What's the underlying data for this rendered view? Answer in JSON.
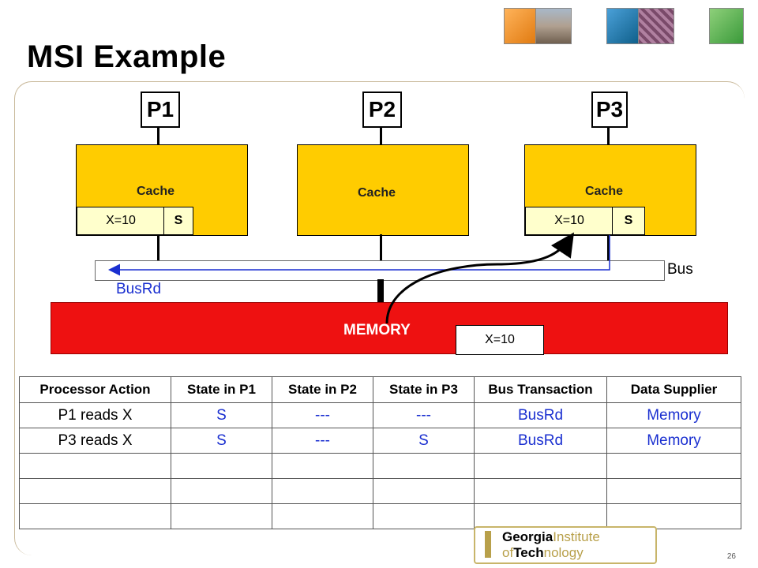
{
  "title": "MSI Example",
  "processors": [
    "P1",
    "P2",
    "P3"
  ],
  "caches": [
    {
      "label": "Cache",
      "x_value": "X=10",
      "state": "S"
    },
    {
      "label": "Cache"
    },
    {
      "label": "Cache",
      "x_value": "X=10",
      "state": "S"
    }
  ],
  "bus_label": "Bus",
  "bus_transaction_label": "BusRd",
  "memory": {
    "label": "MEMORY",
    "x_value": "X=10"
  },
  "table": {
    "headers": [
      "Processor Action",
      "State in P1",
      "State in P2",
      "State in P3",
      "Bus Transaction",
      "Data Supplier"
    ],
    "rows": [
      [
        "P1 reads X",
        "S",
        "---",
        "---",
        "BusRd",
        "Memory"
      ],
      [
        "P3 reads X",
        "S",
        "---",
        "S",
        "BusRd",
        "Memory"
      ],
      [
        "",
        "",
        "",
        "",
        "",
        ""
      ],
      [
        "",
        "",
        "",
        "",
        "",
        ""
      ],
      [
        "",
        "",
        "",
        "",
        "",
        ""
      ]
    ]
  },
  "logo": {
    "line1a": "Georgia",
    "line1b": "Institute",
    "line2a": "of",
    "line2b": "Tech",
    "line2c": "nology"
  },
  "page_number": "26",
  "colors": {
    "cache": "#ffcc00",
    "memory": "#ee1111",
    "arrow": "#1a2fd0",
    "table_text": "#1a2fd0"
  }
}
